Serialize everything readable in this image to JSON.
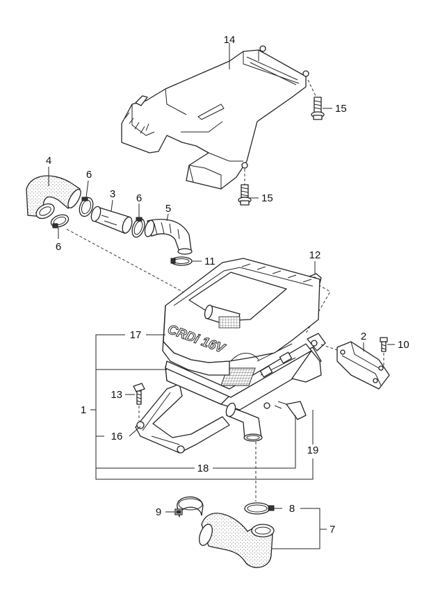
{
  "labels": {
    "p1": "1",
    "p2": "2",
    "p3": "3",
    "p4": "4",
    "p5": "5",
    "p6a": "6",
    "p6b": "6",
    "p6c": "6",
    "p7": "7",
    "p8": "8",
    "p9": "9",
    "p10": "10",
    "p11": "11",
    "p12": "12",
    "p13": "13",
    "p14": "14",
    "p15a": "15",
    "p15b": "15",
    "p16": "16",
    "p17": "17",
    "p18": "18",
    "p19": "19"
  },
  "cover_text": "CRDi 16V",
  "colors": {
    "line": "#222222",
    "background": "#ffffff"
  }
}
